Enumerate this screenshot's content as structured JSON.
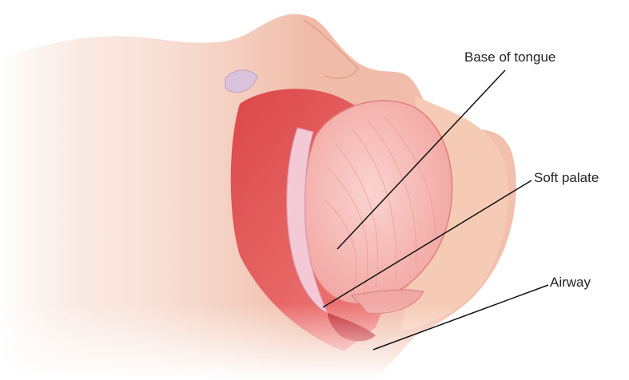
{
  "labels": {
    "base_of_tongue": "Base of tongue",
    "soft_palate": "Soft palate",
    "airway": "Airway"
  },
  "colors": {
    "skin": "#f3c7b6",
    "tissue": "#e04a4a",
    "tongue": "#f7b9b5",
    "palate": "#f2c4d0",
    "leader_line": "#111111"
  }
}
